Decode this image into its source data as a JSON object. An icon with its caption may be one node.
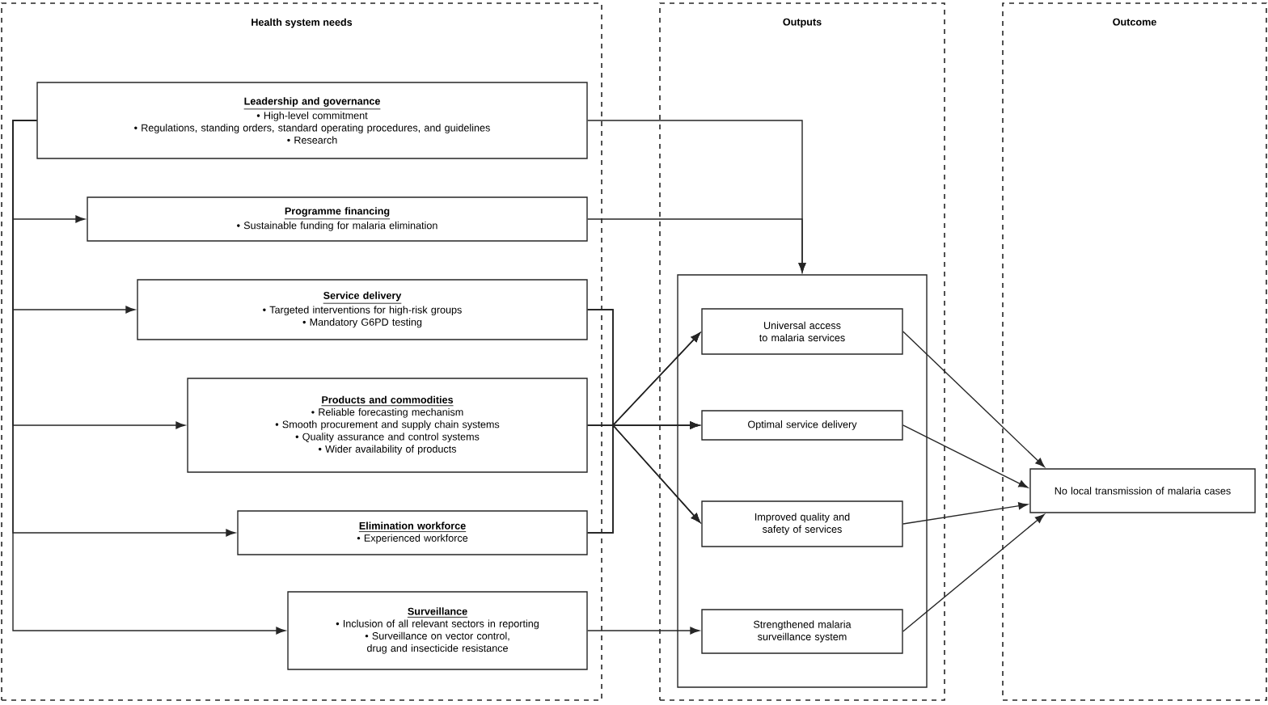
{
  "diagram": {
    "nodes": [
      {
        "text": [
          "Health system needs"
        ]
      },
      {
        "text": [
          "Outputs"
        ]
      },
      {
        "text": [
          "Outcome"
        ]
      },
      {
        "text": [
          "Leadership and governance",
          "• High-level commitment",
          "• Regulations, standing orders, standard operating procedures, and guidelines",
          "• Research"
        ],
        "in": 0
      },
      {
        "text": [
          "Programme financing",
          "• Sustainable funding for malaria elimination"
        ],
        "in": 0
      },
      {
        "text": [
          "Service delivery",
          "• Targeted interventions for high-risk groups",
          "• Mandatory G6PD testing"
        ],
        "in": 0
      },
      {
        "text": [
          "Products and commodities",
          "• Reliable forecasting mechanism",
          "• Smooth procurement and supply chain systems",
          "• Quality assurance and control systems",
          "• Wider availability of products"
        ],
        "in": 0
      },
      {
        "text": [
          "Elimination workforce",
          "• Experienced workforce"
        ],
        "in": 0
      },
      {
        "text": [
          "Surveillance",
          "• Inclusion of all relevant sectors in reporting",
          "• Surveillance on vector control, drug and insecticide resistance"
        ],
        "in": 0
      },
      {
        "text": [],
        "shape": "box",
        "in": 1
      },
      {
        "text": [
          "Universal access to malaria services"
        ],
        "in": 9
      },
      {
        "text": [
          "Optimal service delivery"
        ],
        "in": 9
      },
      {
        "text": [
          "Improved quality and safety of services"
        ],
        "in": 9
      },
      {
        "text": [
          "Strengthened malaria surveillance system"
        ],
        "in": 9
      },
      {
        "text": [
          "No local transmission of malaria cases"
        ],
        "in": 2
      }
    ],
    "edges": [
      {
        "from": 3,
        "to": 4,
        "arrow": "to"
      },
      {
        "from": 3,
        "to": 5,
        "arrow": "to"
      },
      {
        "from": 3,
        "to": 6,
        "arrow": "to"
      },
      {
        "from": 3,
        "to": 7,
        "arrow": "to"
      },
      {
        "from": 3,
        "to": 8,
        "arrow": "to"
      },
      {
        "from": 3,
        "to": 9,
        "arrow": "to"
      },
      {
        "from": 4,
        "to": 9,
        "arrow": "to"
      },
      {
        "from": 5,
        "to": 10,
        "arrow": "to"
      },
      {
        "from": 5,
        "to": 11,
        "arrow": "to"
      },
      {
        "from": 5,
        "to": 12,
        "arrow": "to"
      },
      {
        "from": 6,
        "to": 10,
        "arrow": "to"
      },
      {
        "from": 6,
        "to": 11,
        "arrow": "to"
      },
      {
        "from": 6,
        "to": 12,
        "arrow": "to"
      },
      {
        "from": 7,
        "to": 10,
        "arrow": "to"
      },
      {
        "from": 7,
        "to": 11,
        "arrow": "to"
      },
      {
        "from": 7,
        "to": 12,
        "arrow": "to"
      },
      {
        "from": 8,
        "to": 13,
        "arrow": "to"
      },
      {
        "from": 10,
        "to": 14,
        "arrow": "to"
      },
      {
        "from": 11,
        "to": 14,
        "arrow": "to"
      },
      {
        "from": 12,
        "to": 14,
        "arrow": "to"
      },
      {
        "from": 13,
        "to": 14,
        "arrow": "to"
      }
    ]
  }
}
